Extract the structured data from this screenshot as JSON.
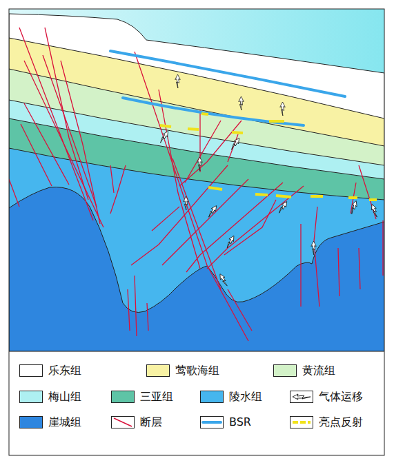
{
  "diagram": {
    "legend": [
      {
        "text": "乐东组",
        "color": "#ffffff"
      },
      {
        "text": "莺歌海组",
        "color": "#f8f2a4"
      },
      {
        "text": "黄流组",
        "color": "#d3f2c8"
      },
      {
        "text": "梅山组",
        "color": "#aef0f2"
      },
      {
        "text": "三亚组",
        "color": "#5ec4a6"
      },
      {
        "text": "陵水组",
        "color": "#46b6ee"
      },
      {
        "text": "气体运移"
      },
      {
        "text": "崖城组",
        "color": "#2e86df"
      },
      {
        "text": "断层"
      },
      {
        "text": "BSR"
      },
      {
        "text": "亮点反射"
      }
    ]
  }
}
